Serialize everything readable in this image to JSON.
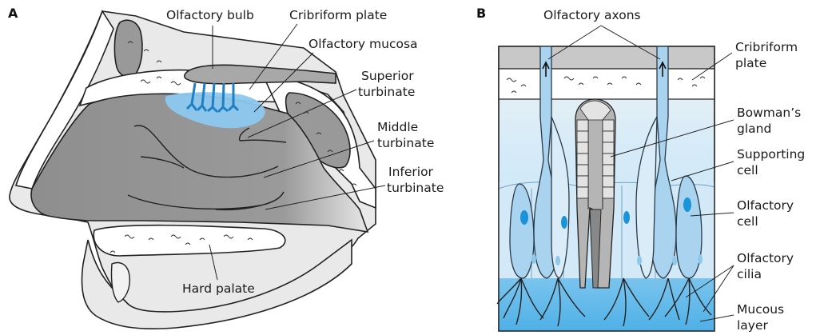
{
  "panel_a": {
    "letter": "A",
    "labels": {
      "olfactory_bulb": "Olfactory bulb",
      "cribriform_plate": "Cribriform plate",
      "olfactory_mucosa": "Olfactory mucosa",
      "superior_turbinate_1": "Superior",
      "superior_turbinate_2": "turbinate",
      "middle_turbinate_1": "Middle",
      "middle_turbinate_2": "turbinate",
      "inferior_turbinate_1": "Inferior",
      "inferior_turbinate_2": "turbinate",
      "hard_palate": "Hard palate"
    }
  },
  "panel_b": {
    "letter": "B",
    "labels": {
      "olfactory_axons": "Olfactory axons",
      "cribriform_1": "Cribriform",
      "cribriform_2": "plate",
      "bowmans_1": "Bowman’s",
      "bowmans_2": "gland",
      "supporting_1": "Supporting",
      "supporting_2": "cell",
      "olfactory_cell_1": "Olfactory",
      "olfactory_cell_2": "cell",
      "olfactory_cilia_1": "Olfactory",
      "olfactory_cilia_2": "cilia",
      "mucous_1": "Mucous",
      "mucous_2": "layer"
    }
  },
  "colors": {
    "mucosa_blue": "#8cc8ee",
    "mucus_blue": "#5ab4e6",
    "cell_blue": "#a9d3ee",
    "tissue_gray": "#c8c8c8",
    "cavity_gray": "#8f8f8f"
  }
}
